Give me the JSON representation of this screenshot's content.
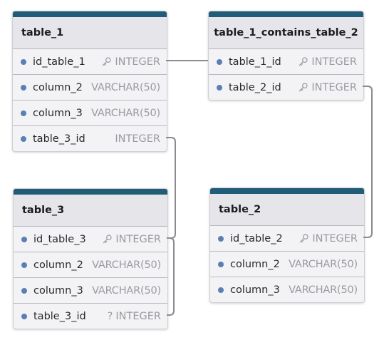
{
  "tables": [
    {
      "id": "table_1",
      "name": "table_1",
      "title_align": "left",
      "fields": [
        {
          "name": "id_table_1",
          "type": "INTEGER",
          "marker": "key"
        },
        {
          "name": "column_2",
          "type": "VARCHAR(50)",
          "marker": "none"
        },
        {
          "name": "column_3",
          "type": "VARCHAR(50)",
          "marker": "none"
        },
        {
          "name": "table_3_id",
          "type": "INTEGER",
          "marker": "none"
        }
      ]
    },
    {
      "id": "table_1_contains_table_2",
      "name": "table_1_contains_table_2",
      "title_align": "center",
      "fields": [
        {
          "name": "table_1_id",
          "type": "INTEGER",
          "marker": "key"
        },
        {
          "name": "table_2_id",
          "type": "INTEGER",
          "marker": "key"
        }
      ]
    },
    {
      "id": "table_3",
      "name": "table_3",
      "title_align": "left",
      "fields": [
        {
          "name": "id_table_3",
          "type": "INTEGER",
          "marker": "key"
        },
        {
          "name": "column_2",
          "type": "VARCHAR(50)",
          "marker": "none"
        },
        {
          "name": "column_3",
          "type": "VARCHAR(50)",
          "marker": "none"
        },
        {
          "name": "table_3_id",
          "type": "INTEGER",
          "marker": "nullable",
          "marker_text": "?"
        }
      ]
    },
    {
      "id": "table_2",
      "name": "table_2",
      "title_align": "left",
      "fields": [
        {
          "name": "id_table_2",
          "type": "INTEGER",
          "marker": "key"
        },
        {
          "name": "column_2",
          "type": "VARCHAR(50)",
          "marker": "none"
        },
        {
          "name": "column_3",
          "type": "VARCHAR(50)",
          "marker": "none"
        }
      ]
    }
  ],
  "relationships": [
    {
      "from_table": "table_1",
      "from_field": "id_table_1",
      "to_table": "table_1_contains_table_2",
      "to_field": "table_1_id"
    },
    {
      "from_table": "table_1",
      "from_field": "table_3_id",
      "to_table": "table_3",
      "to_field": "id_table_3"
    },
    {
      "from_table": "table_1_contains_table_2",
      "from_field": "table_2_id",
      "to_table": "table_2",
      "to_field": "id_table_2"
    },
    {
      "from_table": "table_3",
      "from_field": "table_3_id",
      "to_table": "table_3",
      "to_field": "id_table_3"
    }
  ],
  "colors": {
    "header_bar": "#215d78",
    "field_dot": "#5b7fb5",
    "connector": "#8a8a90"
  },
  "icons": {
    "key": "key-icon"
  }
}
